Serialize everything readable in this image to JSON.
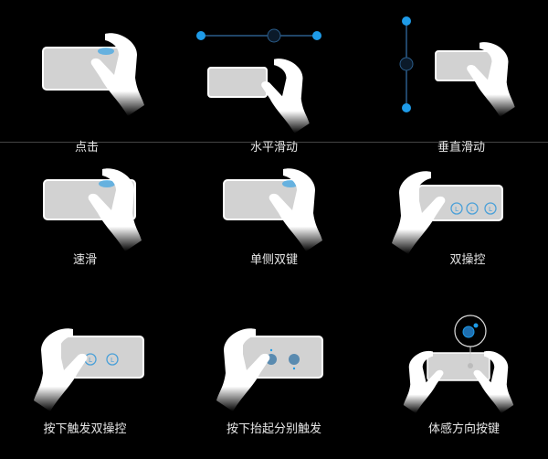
{
  "gestures": [
    {
      "label": "点击"
    },
    {
      "label": "水平滑动"
    },
    {
      "label": "垂直滑动"
    },
    {
      "label": "速滑"
    },
    {
      "label": "单侧双键"
    },
    {
      "label": "双操控"
    },
    {
      "label": "按下触发双操控"
    },
    {
      "label": "按下抬起分别触发"
    },
    {
      "label": "体感方向按键"
    }
  ],
  "colors": {
    "accent": "#1e9be8",
    "phone": "#d2d2d2",
    "line": "#2a5c8a"
  }
}
